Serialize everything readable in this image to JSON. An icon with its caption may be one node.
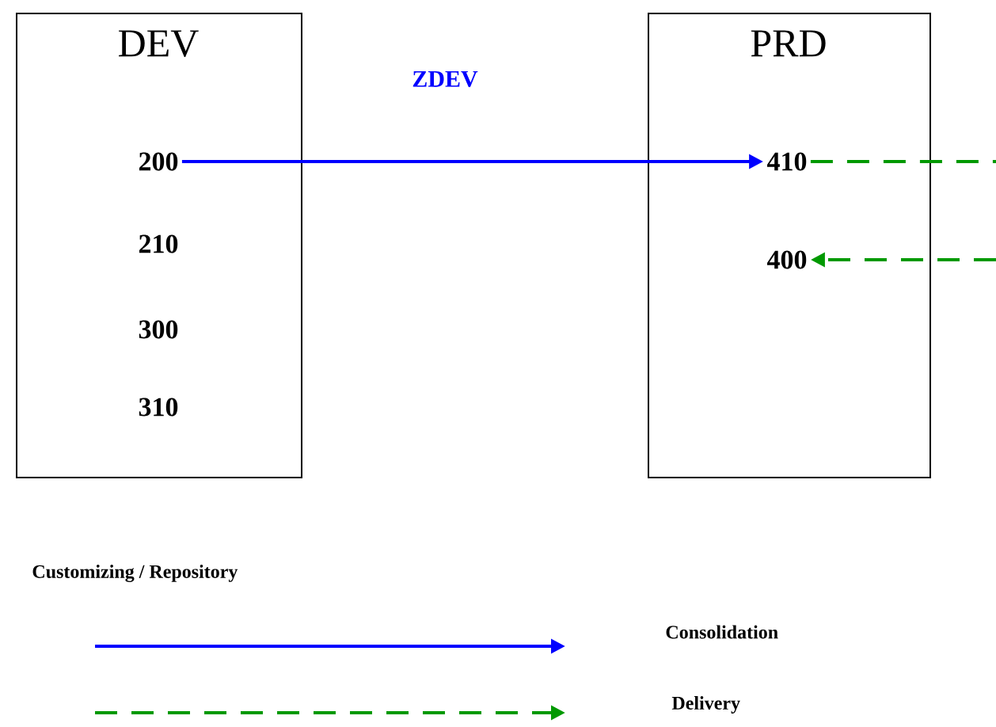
{
  "diagram": {
    "nodes": [
      {
        "text": [
          "DEV"
        ]
      },
      {
        "text": [
          "200"
        ],
        "in": 0
      },
      {
        "text": [
          "210"
        ],
        "in": 0
      },
      {
        "text": [
          "300"
        ],
        "in": 0
      },
      {
        "text": [
          "310"
        ],
        "in": 0
      },
      {
        "text": [
          "PRD"
        ]
      },
      {
        "text": [
          "410"
        ],
        "in": 5
      },
      {
        "text": [
          "400"
        ],
        "in": 5
      }
    ],
    "edges": [
      {
        "from": 1,
        "to": 6,
        "arrow": "to",
        "label": "ZDEV",
        "color": "#0000ff"
      },
      {
        "from": 6,
        "to": null,
        "arrow": "none",
        "style": "dashed",
        "color": "#009900"
      },
      {
        "from": null,
        "to": 7,
        "arrow": "to",
        "style": "dashed",
        "color": "#009900"
      }
    ],
    "labels": [
      "Customizing / Repository"
    ],
    "legend": [
      {
        "text": "Consolidation"
      },
      {
        "text": "Delivery"
      }
    ]
  }
}
